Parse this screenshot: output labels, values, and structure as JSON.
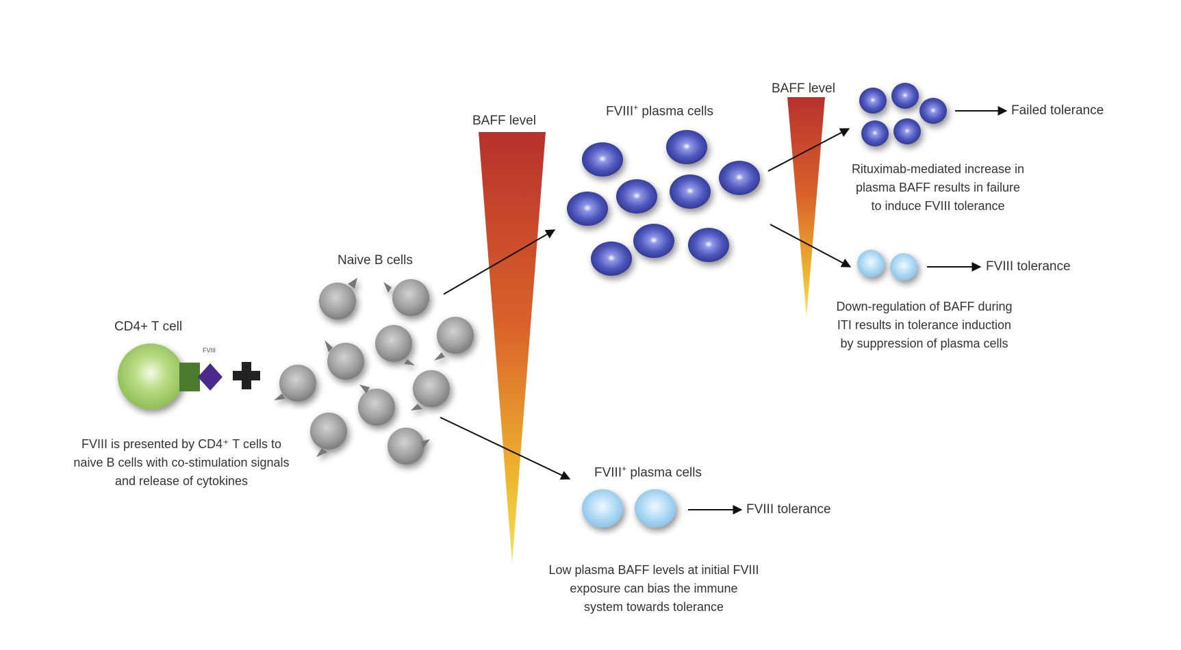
{
  "colors": {
    "t_cell": "#a6cf6a",
    "mhc": "#4c7a2f",
    "fviii_antigen": "#4a2b8c",
    "naive_b": "#9a9a9a",
    "plasma_dark": "#4a54b8",
    "plasma_light": "#a7d4f2",
    "baff_top": "#b8312c",
    "baff_bottom": "#f4d23a",
    "arrow": "#111111"
  },
  "labels": {
    "t_cell": "CD4+ T cell",
    "fviii_small": "FVIII",
    "naive_b": "Naive B cells",
    "baff_main": "BAFF level",
    "baff_second": "BAFF level",
    "plasma_upper_prefix": "FVIII",
    "plasma_upper_sup": "+",
    "plasma_upper_suffix": " plasma cells",
    "plasma_lower_prefix": "FVIII",
    "plasma_lower_sup": "+",
    "plasma_lower_suffix": " plasma cells",
    "outcome_failed": "Failed tolerance",
    "outcome_tol_upper": "FVIII tolerance",
    "outcome_tol_lower": "FVIII tolerance"
  },
  "captions": {
    "presentation": [
      "FVIII is presented by CD4⁺ T cells to",
      "naive B cells with co-stimulation signals",
      "and release of cytokines"
    ],
    "rituximab": [
      "Rituximab-mediated increase in",
      "plasma BAFF results in failure",
      "to induce FVIII tolerance"
    ],
    "downregulation": [
      "Down-regulation of BAFF during",
      "ITI results in tolerance induction",
      "by suppression of plasma cells"
    ],
    "low_baff": [
      "Low plasma BAFF levels at initial FVIII",
      "exposure can bias the immune",
      "system towards tolerance"
    ]
  }
}
